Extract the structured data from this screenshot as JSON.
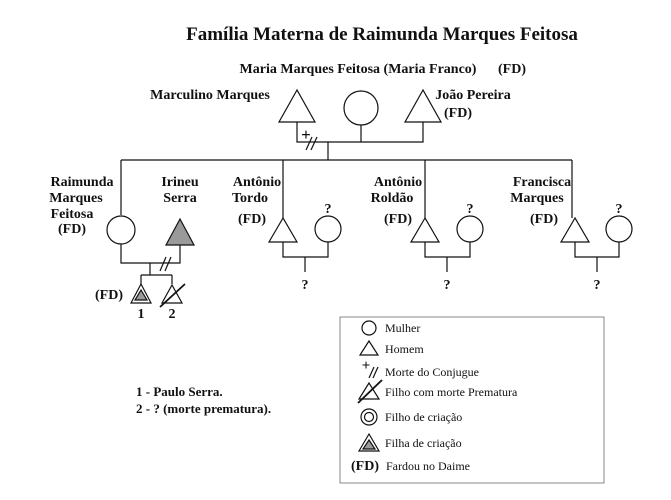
{
  "title": "Família Materna de Raimunda Marques Feitosa",
  "fd_label": "(FD)",
  "matriarch": {
    "name": "Maria Marques Feitosa (Maria Franco)",
    "tag": "(FD)"
  },
  "husband1": {
    "name": "Marculino Marques"
  },
  "husband2": {
    "name": "João Pereira",
    "tag": "(FD)"
  },
  "death_marker": "+",
  "unknown_marker": "?",
  "children": {
    "raimunda": {
      "lines": [
        "Raimunda",
        "Marques",
        "Feitosa"
      ],
      "tag": "(FD)"
    },
    "irineu": {
      "lines": [
        "Irineu",
        "Serra"
      ]
    },
    "antonio_tordo": {
      "lines": [
        "Antônio",
        "Tordo"
      ],
      "tag": "(FD)"
    },
    "antonio_roldao": {
      "lines": [
        "Antônio",
        "Roldão"
      ],
      "tag": "(FD)"
    },
    "francisca": {
      "lines": [
        "Francisca",
        "Marques"
      ],
      "tag": "(FD)"
    }
  },
  "grandchildren": {
    "tag": "(FD)",
    "labels": [
      "1",
      "2"
    ]
  },
  "notes": [
    "1 - Paulo Serra.",
    "2 - ? (morte prematura)."
  ],
  "legend": [
    {
      "icon": "circle-icon",
      "label": "Mulher"
    },
    {
      "icon": "triangle-icon",
      "label": "Homem"
    },
    {
      "icon": "spouse-death-icon",
      "label": "Morte do Conjugue"
    },
    {
      "icon": "crossed-triangle-icon",
      "label": "Filho com morte Prematura"
    },
    {
      "icon": "double-circle-icon",
      "label": "Filho de criação"
    },
    {
      "icon": "double-triangle-icon",
      "label": "Filha de criação"
    },
    {
      "icon": "fd-label",
      "label": "Fardou no Daime",
      "prefix": "(FD)"
    }
  ]
}
